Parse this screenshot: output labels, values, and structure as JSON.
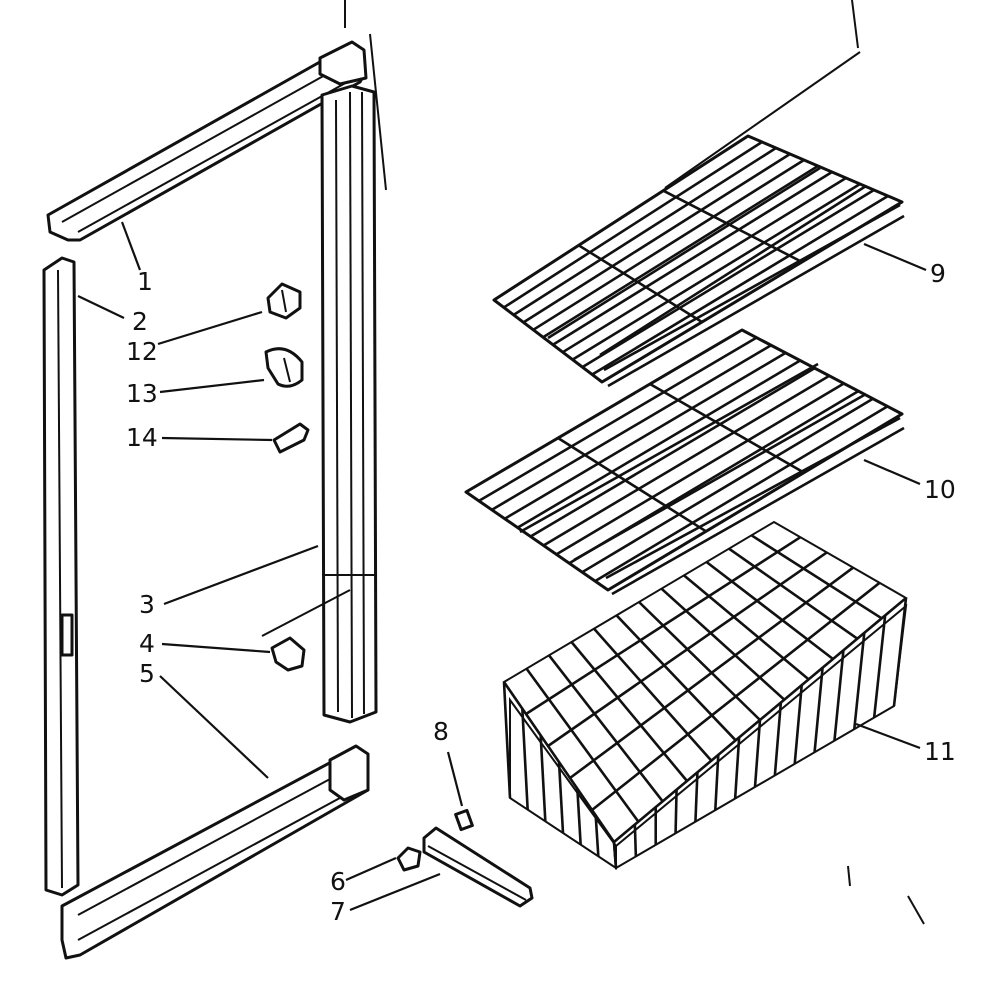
{
  "callouts": [
    {
      "id": "callout-1",
      "text": "1"
    },
    {
      "id": "callout-2",
      "text": "2"
    },
    {
      "id": "callout-3",
      "text": "3"
    },
    {
      "id": "callout-4",
      "text": "4"
    },
    {
      "id": "callout-5",
      "text": "5"
    },
    {
      "id": "callout-6",
      "text": "6"
    },
    {
      "id": "callout-7",
      "text": "7"
    },
    {
      "id": "callout-8",
      "text": "8"
    },
    {
      "id": "callout-9",
      "text": "9"
    },
    {
      "id": "callout-10",
      "text": "10"
    },
    {
      "id": "callout-11",
      "text": "11"
    },
    {
      "id": "callout-12",
      "text": "12"
    },
    {
      "id": "callout-13",
      "text": "13"
    },
    {
      "id": "callout-14",
      "text": "14"
    }
  ]
}
